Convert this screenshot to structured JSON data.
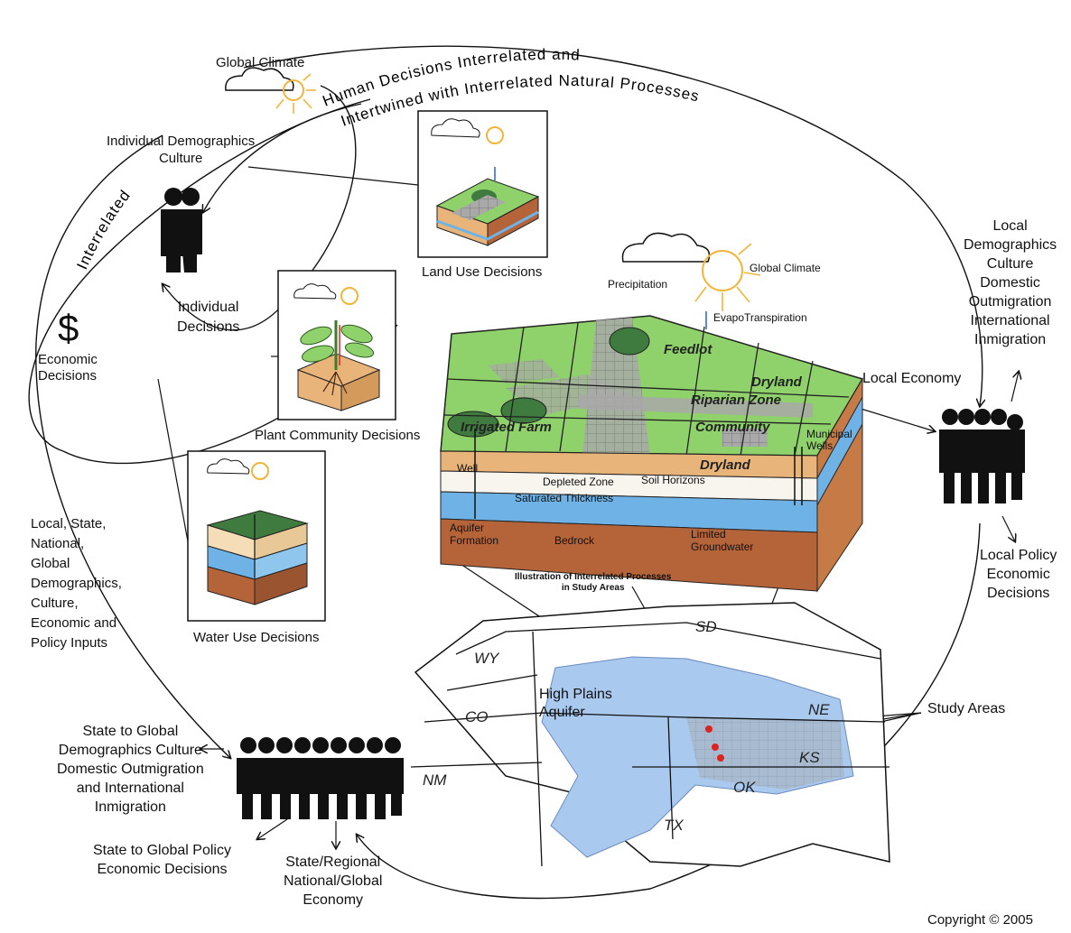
{
  "title_arc": {
    "line1": "Human Decisions Interrelated and",
    "line2": "Intertwined with Interrelated Natural Processes",
    "left_arc": "Interrelated"
  },
  "left": {
    "global_climate": "Global Climate",
    "individual_demographics": "Individual Demographics\nCulture",
    "individual_decisions": "Individual\nDecisions",
    "economic_decisions": "Economic\nDecisions",
    "dollar": "$",
    "inputs": "Local, State,\nNational,\nGlobal\nDemographics,\nCulture,\nEconomic and\nPolicy Inputs"
  },
  "panels": {
    "land_use": "Land Use Decisions",
    "plant_community": "Plant Community Decisions",
    "water_use": "Water Use Decisions"
  },
  "block": {
    "global_climate": "Global Climate",
    "precipitation": "Precipitation",
    "evapotranspiration": "EvapoTranspiration",
    "feedlot": "Feedlot",
    "dryland_top": "Dryland",
    "riparian": "Riparian Zone",
    "irrigated_farm": "Irrigated Farm",
    "community": "Community",
    "dryland_bottom": "Dryland",
    "municipal_wells": "Municipal\nWells",
    "well": "Well",
    "depleted_zone": "Depleted Zone",
    "soil_horizons": "Soil Horizons",
    "saturated_thickness": "Saturated Thickness",
    "aquifer_formation": "Aquifer\nFormation",
    "bedrock": "Bedrock",
    "limited_groundwater": "Limited\nGroundwater",
    "caption": "Illustration of Interrelated Processes\nin Study Areas"
  },
  "right": {
    "local_demographics": "Local\nDemographics\nCulture\nDomestic\nOutmigration\nInternational\nInmigration",
    "local_economy": "Local Economy",
    "local_policy": "Local Policy\nEconomic\nDecisions"
  },
  "map": {
    "states": [
      "SD",
      "WY",
      "NE",
      "CO",
      "KS",
      "NM",
      "OK",
      "TX"
    ],
    "high_plains": "High Plains\nAquifer",
    "study_areas": "Study Areas"
  },
  "bottom": {
    "state_demographics": "State to Global\nDemographics Culture\nDomestic Outmigration\nand International\nInmigration",
    "state_policy": "State to Global Policy\nEconomic Decisions",
    "regional_economy": "State/Regional\nNational/Global\nEconomy",
    "copyright": "Copyright © 2005"
  },
  "colors": {
    "grass": "#8fd16a",
    "tan": "#e9b47a",
    "water": "#6fb3e6",
    "bedrock": "#b5643a",
    "aquifer_map": "#a9c9ef",
    "gray_field": "#a9a9a9",
    "sun": "#f2b53a"
  }
}
